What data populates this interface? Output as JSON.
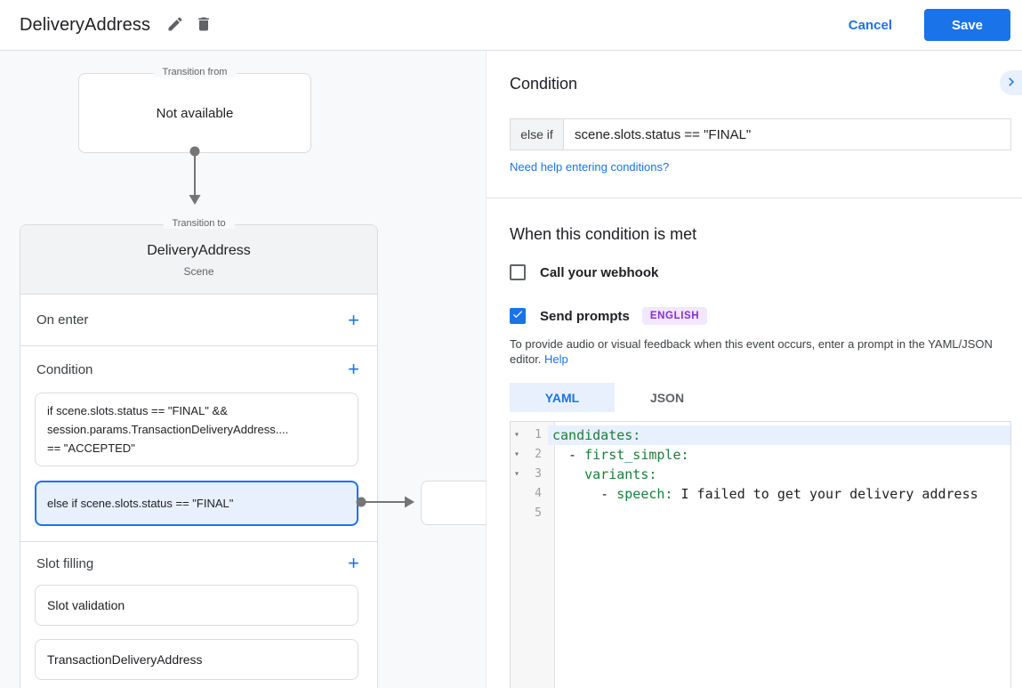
{
  "colors": {
    "accent": "#1a73e8",
    "selected_fill": "#e8f0fe",
    "yaml_key": "#188038",
    "badge_bg": "#f2e7fe",
    "badge_text": "#8430ce",
    "panel_bg": "#f8f9fa"
  },
  "top_bar": {
    "title": "DeliveryAddress",
    "cancel_label": "Cancel",
    "save_label": "Save"
  },
  "flow": {
    "transition_from": {
      "legend": "Transition from",
      "value": "Not available"
    },
    "scene_card": {
      "legend": "Transition to",
      "title": "DeliveryAddress",
      "subtitle": "Scene",
      "add_label": "+",
      "on_enter_label": "On enter",
      "condition_label": "Condition",
      "slot_filling_label": "Slot filling",
      "if_condition": {
        "line1": "if scene.slots.status == \"FINAL\" &&",
        "line2": "session.params.TransactionDeliveryAddress....",
        "line3": "== \"ACCEPTED\""
      },
      "else_condition": "else if scene.slots.status == \"FINAL\"",
      "slot_items": [
        "Slot validation",
        "TransactionDeliveryAddress"
      ]
    }
  },
  "panel": {
    "heading": "Condition",
    "condition_row": {
      "prefix": "else if",
      "value": "scene.slots.status == \"FINAL\""
    },
    "help_link": "Need help entering conditions?",
    "met_heading": "When this condition is met",
    "webhook": {
      "label": "Call your webhook",
      "checked": false
    },
    "prompts": {
      "label": "Send prompts",
      "badge": "ENGLISH",
      "checked": true
    },
    "description": "To provide audio or visual feedback when this event occurs, enter a prompt in the YAML/JSON editor.",
    "description_link": "Help",
    "tabs": [
      {
        "label": "YAML",
        "active": true
      },
      {
        "label": "JSON",
        "active": false
      }
    ],
    "editor": {
      "lines": [
        {
          "num": "1",
          "fold": "▾",
          "seg_key": "candidates:"
        },
        {
          "num": "2",
          "fold": "▾",
          "seg_pre": "  - ",
          "seg_key": "first_simple:"
        },
        {
          "num": "3",
          "fold": "▾",
          "seg_pre": "    ",
          "seg_key": "variants:"
        },
        {
          "num": "4",
          "fold": "",
          "seg_pre": "      - ",
          "seg_key": "speech:",
          "seg_val": " I failed to get your delivery address"
        },
        {
          "num": "5",
          "fold": ""
        }
      ]
    }
  }
}
